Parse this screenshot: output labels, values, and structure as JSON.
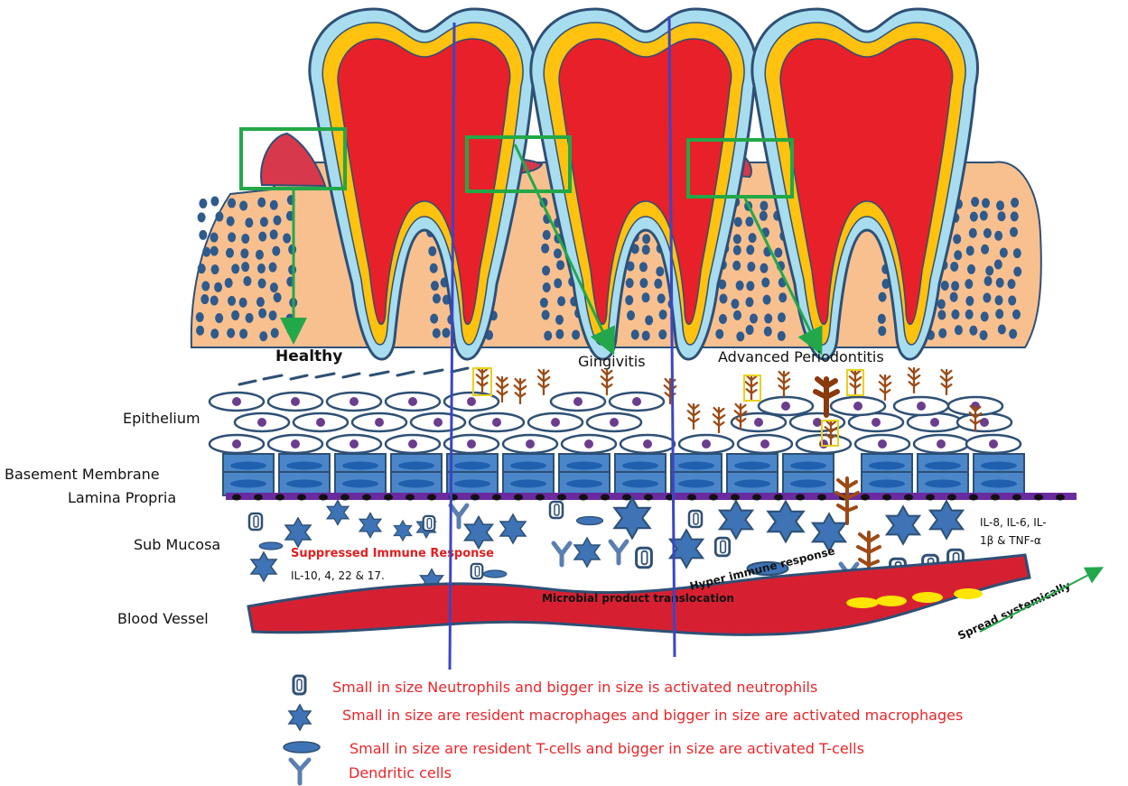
{
  "stages": {
    "healthy": "Healthy",
    "gingivitis": "Gingivitis",
    "advanced": "Advanced Periodontitis"
  },
  "layers": {
    "epithelium": "Epithelium",
    "basement_membrane": "Basement Membrane",
    "lamina_propria": "Lamina Propria",
    "sub_mucosa": "Sub Mucosa",
    "blood_vessel": "Blood Vessel"
  },
  "annotations": {
    "suppressed": "Suppressed Immune Response",
    "anti_cytokines": "IL-10, 4, 22 & 17.",
    "pro_cytokines_1": "IL-8, IL-6, IL-",
    "pro_cytokines_2": "1β & TNF-α",
    "hyper": "Hyper immune response",
    "translocation": "Microbial product translocation",
    "spread": "Spread systemically"
  },
  "legend": [
    {
      "icon": "neutrophil-icon",
      "text": "Small in size Neutrophils and  bigger in size is activated neutrophils"
    },
    {
      "icon": "macrophage-icon",
      "text": "Small in size are resident macrophages and  bigger in size are activated macrophages"
    },
    {
      "icon": "t-cell-icon",
      "text": "Small in size are resident T-cells and bigger in size are activated T-cells"
    },
    {
      "icon": "dendritic-cell-icon",
      "text": "Dendritic cells"
    }
  ],
  "colors": {
    "bone": "#f9c08f",
    "pulp": "#e8202a",
    "dentin": "#ffc20e",
    "enamel": "#a8dcef",
    "outline": "#2e5075",
    "gingiva": "#d8384c",
    "cell_blue": "#3e74b6",
    "nucleus": "#6b3d8e",
    "membrane": "#2a72c2",
    "lamina_line": "#6a2aa0",
    "vessel": "#d62032",
    "bacteria": "#9c4a14",
    "divider": "#3c46c4",
    "arrow": "#22a84a",
    "box": "#22a846",
    "legend_text": "#e8262b"
  }
}
